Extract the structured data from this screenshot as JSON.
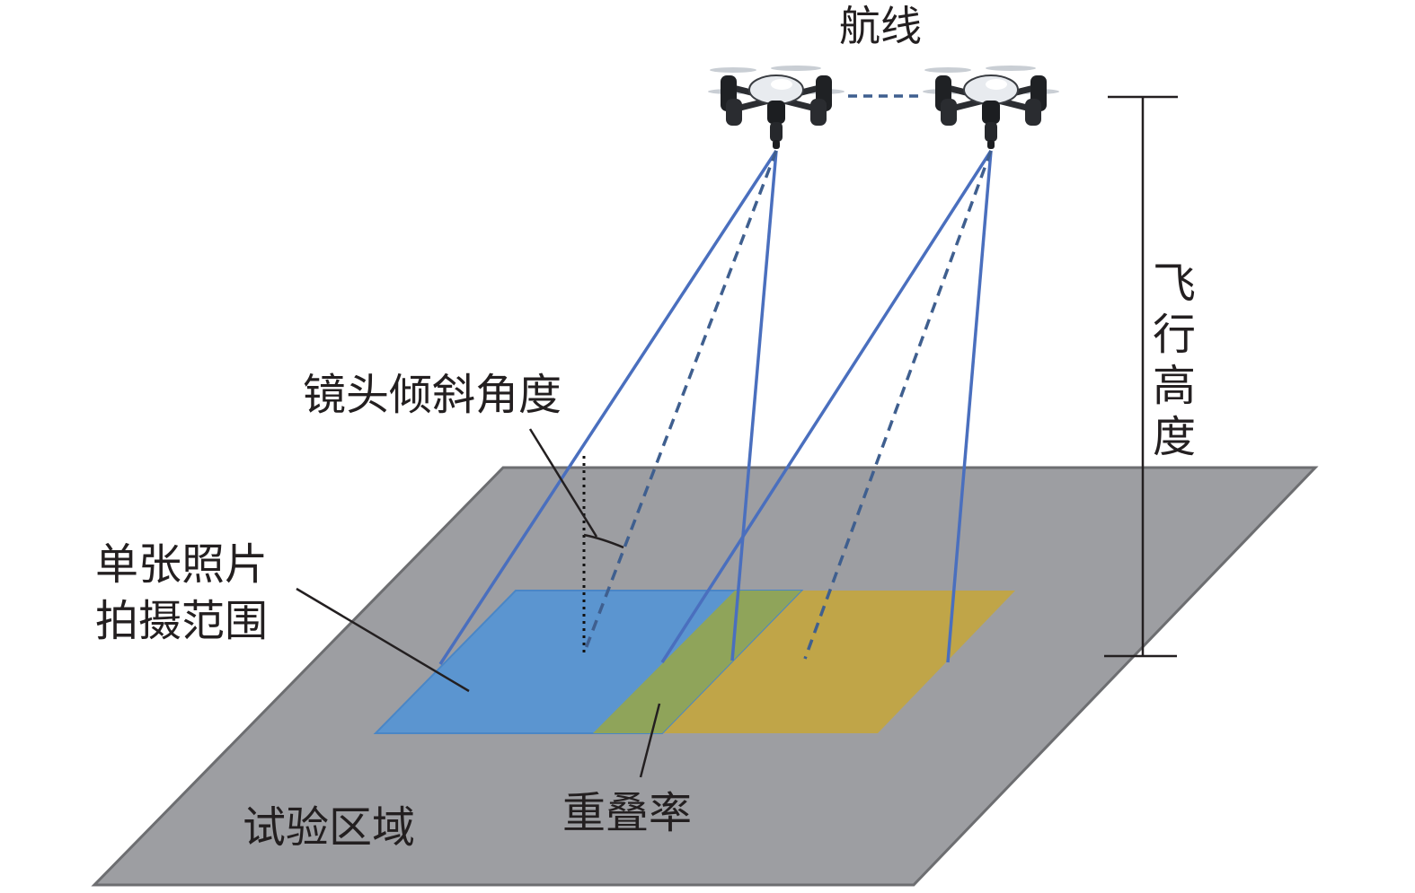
{
  "labels": {
    "flight_route": "航线",
    "flight_height": [
      "飞",
      "行",
      "高",
      "度"
    ],
    "lens_tilt_angle": "镜头倾斜角度",
    "single_photo_coverage": [
      "单张照片",
      "拍摄范围"
    ],
    "overlap_rate": "重叠率",
    "test_area": "试验区域"
  },
  "icons": {
    "drone_left": "quadcopter-drone-icon",
    "drone_right": "quadcopter-drone-icon"
  },
  "colors": {
    "ground_plane": "#9d9ea2",
    "ground_edge": "#6d6e71",
    "footprint_1": "#5b95d0",
    "footprint_2": "#c3a640",
    "overlap": "#8fa45a",
    "view_lines": "#4a6fbe",
    "dashed_lines": "#3f5f8f"
  }
}
